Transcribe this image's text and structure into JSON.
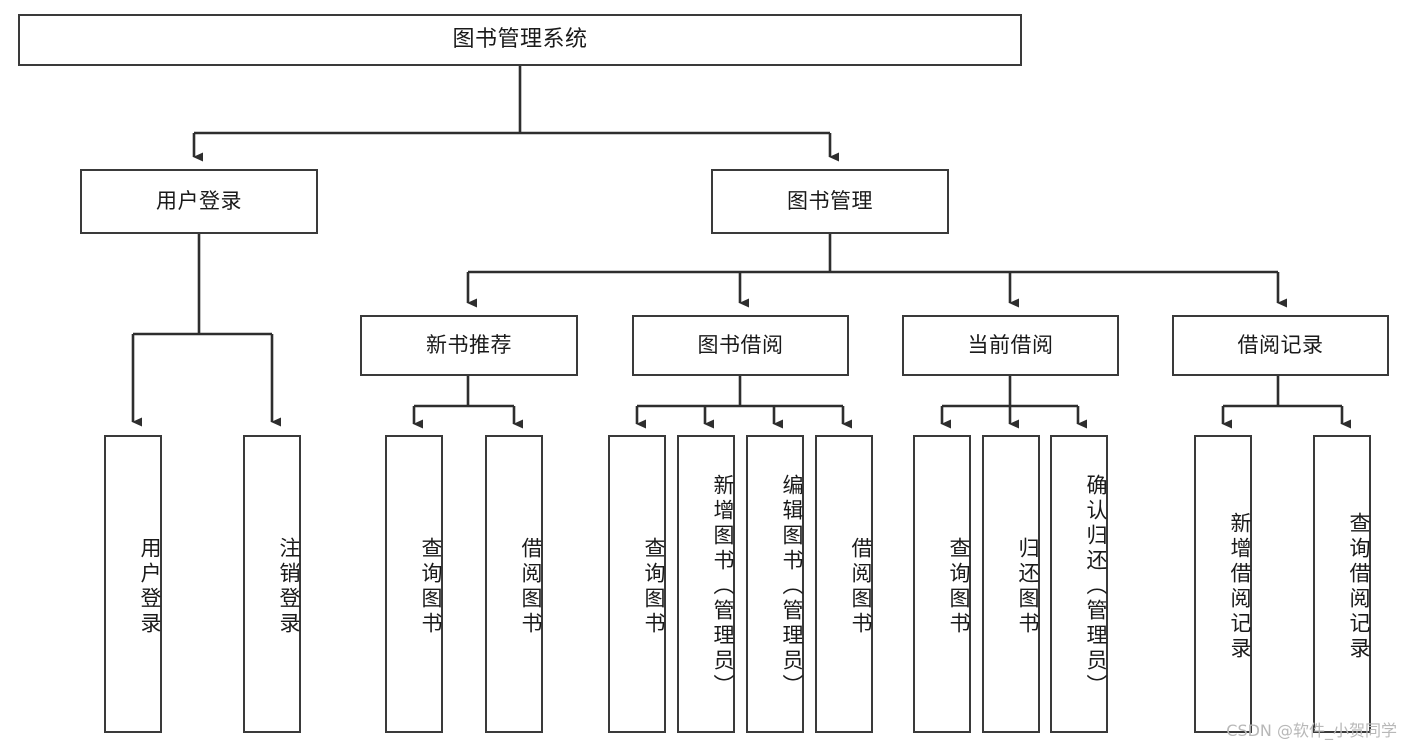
{
  "diagram": {
    "title": "图书管理系统",
    "type": "tree-hierarchy-diagram",
    "colors": {
      "stroke": "#3a3a3a",
      "fill": "#ffffff",
      "text": "#1a1a1a",
      "watermark": "#b8b8b8"
    }
  },
  "root": {
    "label": "图书管理系统"
  },
  "level2": [
    {
      "label": "用户登录"
    },
    {
      "label": "图书管理"
    }
  ],
  "level3": [
    {
      "label": "新书推荐"
    },
    {
      "label": "图书借阅"
    },
    {
      "label": "当前借阅"
    },
    {
      "label": "借阅记录"
    }
  ],
  "leaves": {
    "user_login": [
      {
        "label": "用户登录"
      },
      {
        "label": "注销登录"
      }
    ],
    "new_book_recommend": [
      {
        "label": "查询图书"
      },
      {
        "label": "借阅图书"
      }
    ],
    "book_borrow": [
      {
        "label": "查询图书"
      },
      {
        "label": "新增图书（管理员）"
      },
      {
        "label": "编辑图书（管理员）"
      },
      {
        "label": "借阅图书"
      }
    ],
    "current_borrow": [
      {
        "label": "查询图书"
      },
      {
        "label": "归还图书"
      },
      {
        "label": "确认归还（管理员）"
      }
    ],
    "borrow_record": [
      {
        "label": "新增借阅记录"
      },
      {
        "label": "查询借阅记录"
      }
    ]
  },
  "watermark": {
    "text": "CSDN @软件_小贺同学"
  }
}
